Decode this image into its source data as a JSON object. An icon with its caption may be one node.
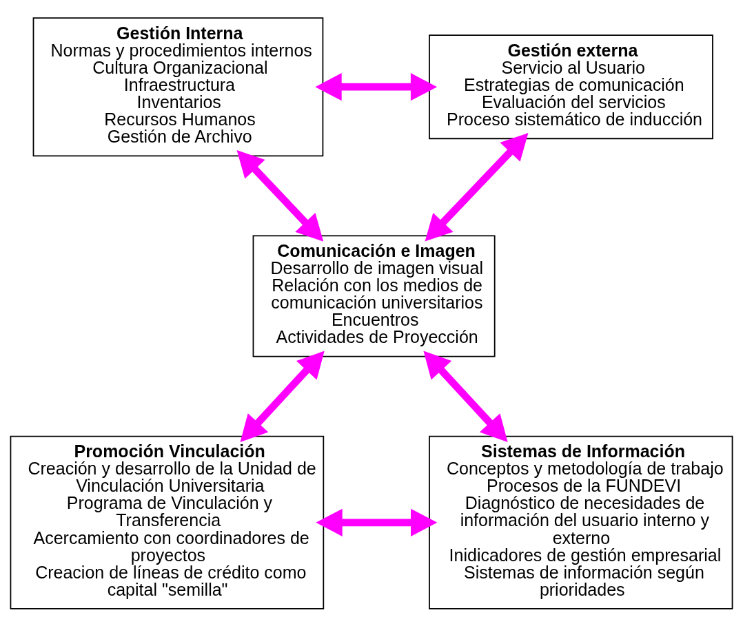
{
  "diagram": {
    "nodes": [
      {
        "text": [
          "Gestión Interna",
          "Normas y procedimientos internos",
          "Cultura Organizacional",
          "Infraestructura",
          "Inventarios",
          "Recursos Humanos",
          "Gestión de Archivo"
        ]
      },
      {
        "text": [
          "Gestión externa",
          "Servicio al Usuario",
          "Estrategias de comunicación",
          "Evaluación del servicios",
          "Proceso sistemático de inducción"
        ]
      },
      {
        "text": [
          "Comunicación e Imagen",
          "Desarrollo de imagen visual",
          "Relación con los medios de comunicación universitarios",
          "Encuentros",
          "Actividades de Proyección"
        ]
      },
      {
        "text": [
          "Promoción Vinculación",
          "Creación y desarrollo de la Unidad de Vinculación Universitaria",
          "Programa de Vinculación y Transferencia",
          "Acercamiento con coordinadores de proyectos",
          "Creacion de líneas de crédito como capital \"semilla\""
        ]
      },
      {
        "text": [
          "Sistemas de Información",
          "Conceptos y metodología de trabajo",
          "Procesos de la FUNDEVI",
          "Diagnóstico de necesidades de información del usuario interno y externo",
          "Inidicadores de gestión empresarial",
          "Sistemas de información según prioridades"
        ]
      }
    ],
    "edges": [
      {
        "from": 0,
        "to": 1,
        "arrow": "both"
      },
      {
        "from": 0,
        "to": 2,
        "arrow": "both"
      },
      {
        "from": 1,
        "to": 2,
        "arrow": "both"
      },
      {
        "from": 2,
        "to": 3,
        "arrow": "both"
      },
      {
        "from": 2,
        "to": 4,
        "arrow": "both"
      },
      {
        "from": 3,
        "to": 4,
        "arrow": "both"
      }
    ]
  }
}
